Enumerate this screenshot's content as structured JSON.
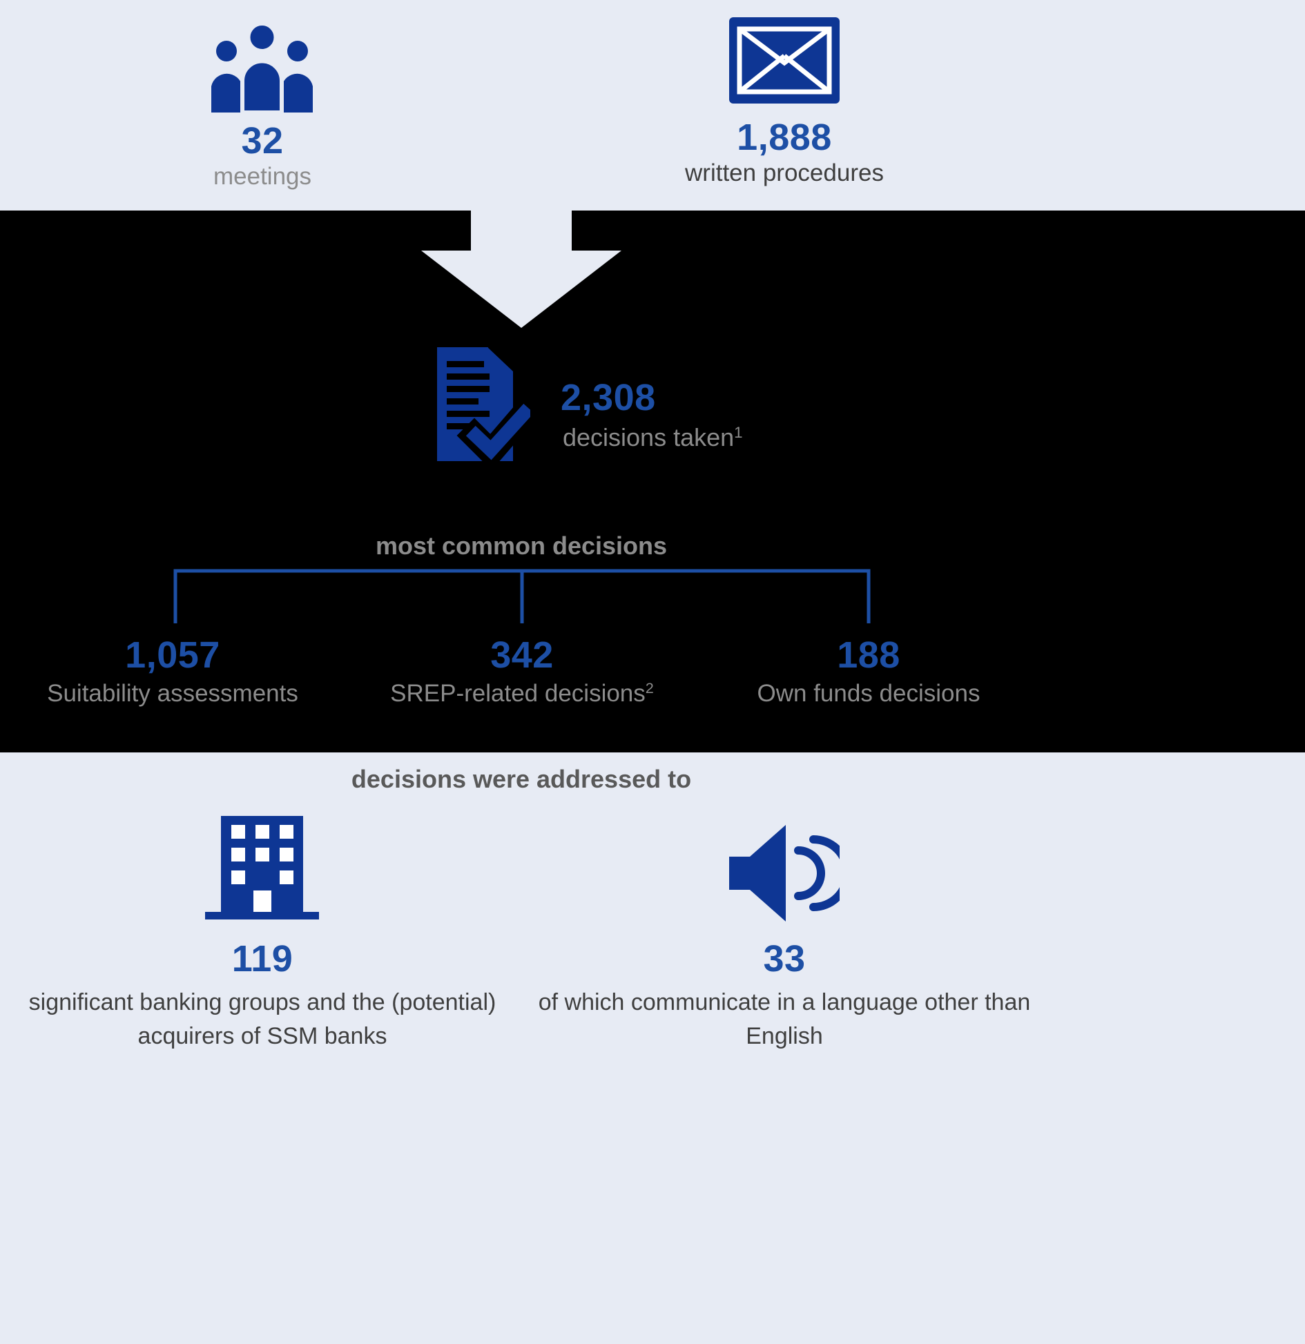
{
  "colors": {
    "panel_bg": "#e7ebf4",
    "band_bg": "#000000",
    "icon_blue": "#0e3694",
    "number_blue": "#1d4fa5",
    "bracket_blue": "#1d4fa5",
    "gray_light": "#8c8c8c",
    "gray_mid": "#595959",
    "gray_dark": "#3f3f3f"
  },
  "inputs": {
    "meetings": {
      "icon": "people-icon",
      "value": "32",
      "label": "meetings"
    },
    "written_procedures": {
      "icon": "envelope-icon",
      "value": "1,888",
      "label": "written procedures"
    }
  },
  "decisions_taken": {
    "icon": "document-check-icon",
    "value": "2,308",
    "label": "decisions taken",
    "footnote": "1"
  },
  "most_common_decisions": {
    "title": "most common decisions",
    "branches": [
      {
        "value": "1,057",
        "label": "Suitability assessments",
        "footnote": ""
      },
      {
        "value": "342",
        "label": "SREP-related decisions",
        "footnote": "2"
      },
      {
        "value": "188",
        "label": "Own funds decisions",
        "footnote": ""
      }
    ]
  },
  "addressed_to": {
    "title": "decisions were addressed to",
    "recipients": {
      "icon": "building-icon",
      "value": "119",
      "label": "significant banking groups and the (potential) acquirers of SSM banks"
    },
    "languages": {
      "icon": "speaker-icon",
      "value": "33",
      "label": "of which communicate in a language other than English"
    }
  }
}
